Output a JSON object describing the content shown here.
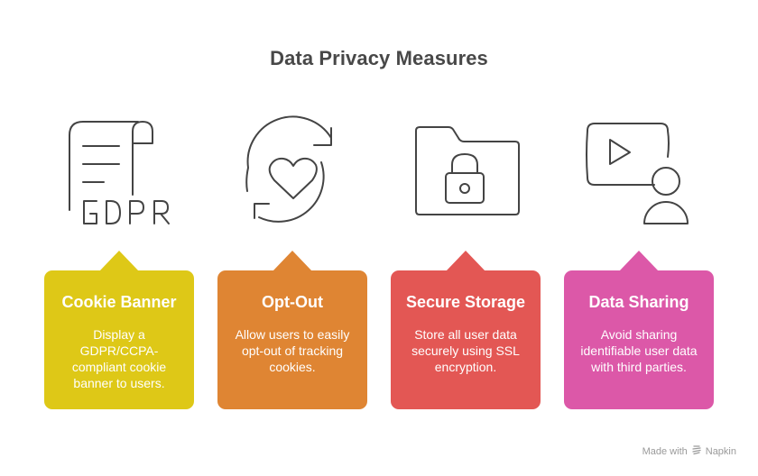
{
  "title": "Data Privacy Measures",
  "items": [
    {
      "title": "Cookie Banner",
      "description": "Display a GDPR/CCPA-compliant cookie banner to users.",
      "icon": "gdpr-document-icon",
      "icon_text": "GDPR",
      "color": "#DEC817"
    },
    {
      "title": "Opt-Out",
      "description": "Allow users to easily opt-out of tracking cookies.",
      "icon": "heart-refresh-icon",
      "color": "#DF8533"
    },
    {
      "title": "Secure Storage",
      "description": "Store all user data securely using SSL encryption.",
      "icon": "locked-folder-icon",
      "color": "#E35754"
    },
    {
      "title": "Data Sharing",
      "description": "Avoid sharing identifiable user data with third parties.",
      "icon": "video-user-icon",
      "color": "#DC58A8"
    }
  ],
  "footer": {
    "made_with": "Made with",
    "brand": "Napkin",
    "icon": "napkin-logo-icon"
  }
}
